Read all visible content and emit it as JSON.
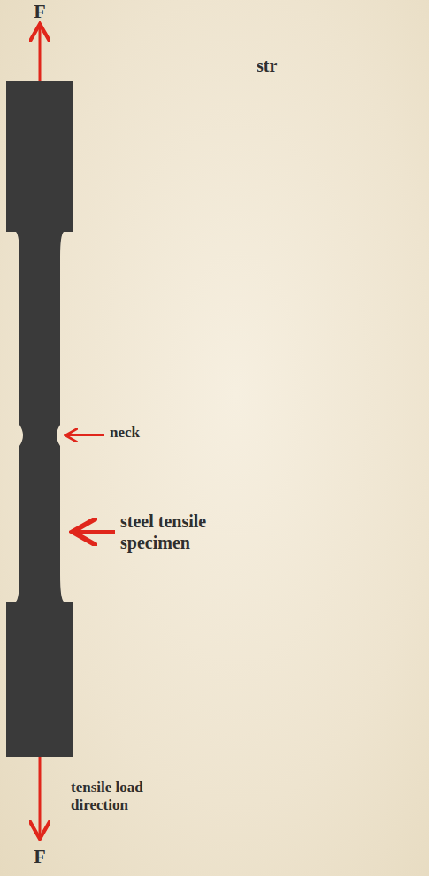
{
  "diagram": {
    "labels": [
      "F",
      "str",
      "neck",
      "steel tensile specimen",
      "tensile load direction",
      "F"
    ]
  }
}
